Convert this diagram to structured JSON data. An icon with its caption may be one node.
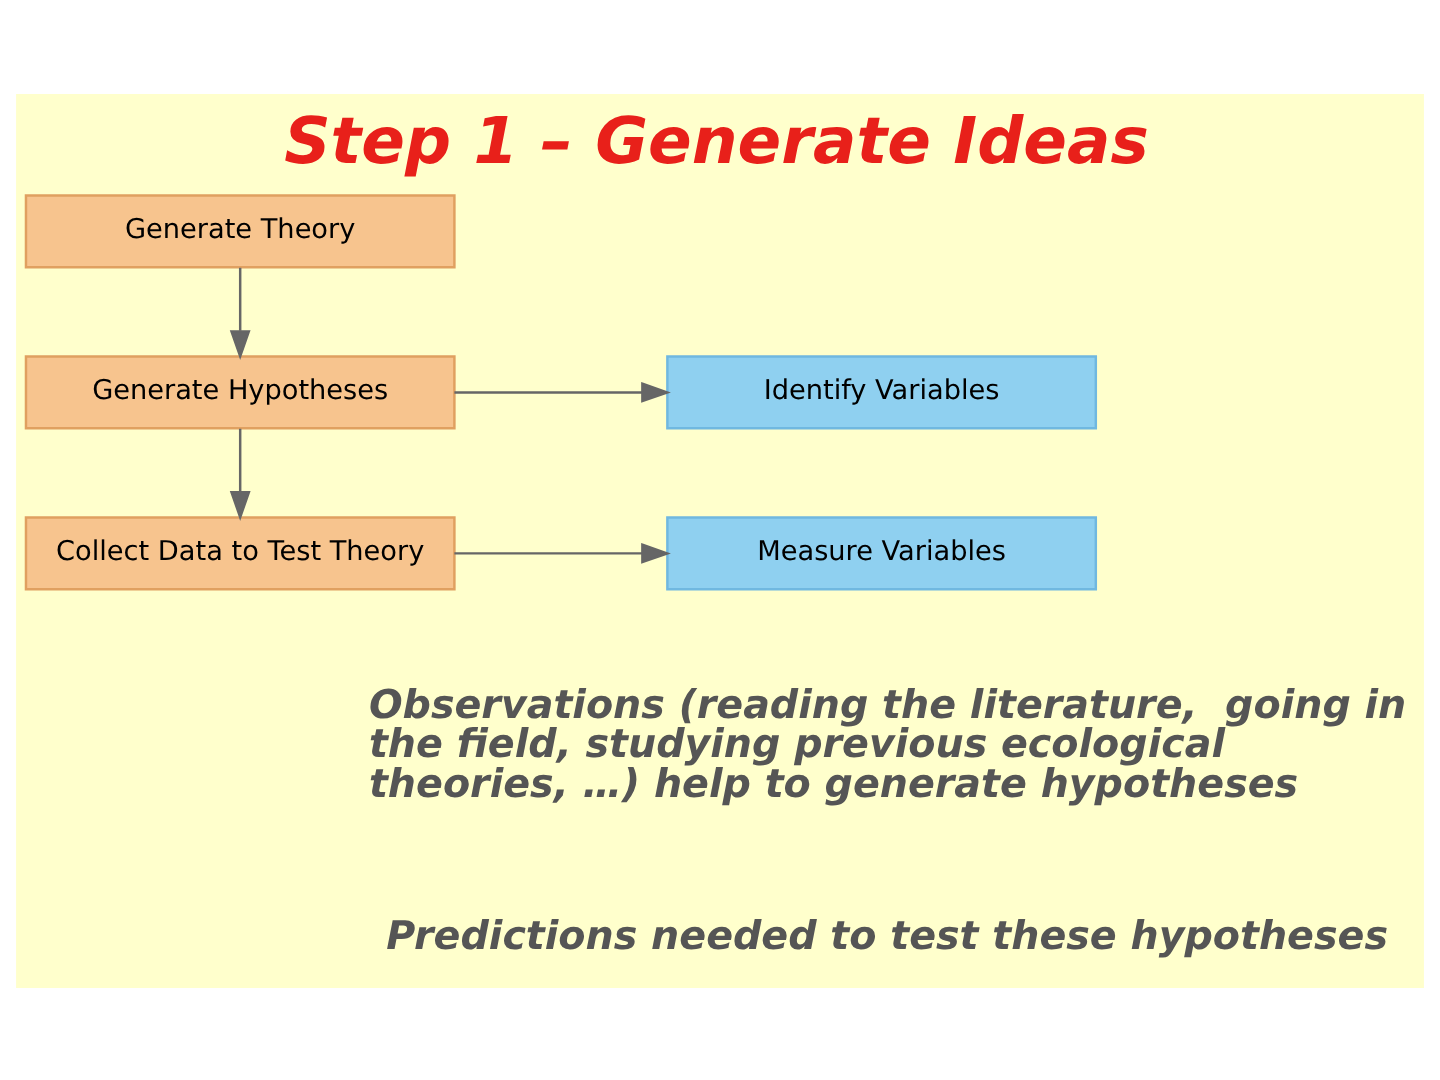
{
  "diagram": {
    "title": "Step 1 – Generate Ideas",
    "nodes": [
      {
        "text": [
          "Generate Theory"
        ]
      },
      {
        "text": [
          "Identify Variables"
        ]
      },
      {
        "text": [
          "Generate Hypotheses"
        ]
      },
      {
        "text": [
          "Measure Variables"
        ]
      },
      {
        "text": [
          "Collect Data to Test Theory"
        ]
      }
    ],
    "edges": [
      {
        "from": 0,
        "to": 2,
        "arrow": "to"
      },
      {
        "from": 2,
        "to": 1,
        "arrow": "to"
      },
      {
        "from": 2,
        "to": 4,
        "arrow": "to"
      },
      {
        "from": 4,
        "to": 3,
        "arrow": "to"
      }
    ],
    "labels": [
      "Observations (reading the literature,  going in the field, studying previous ecological theories, …) help to generate hypotheses",
      "Predictions needed to test these hypotheses"
    ]
  }
}
